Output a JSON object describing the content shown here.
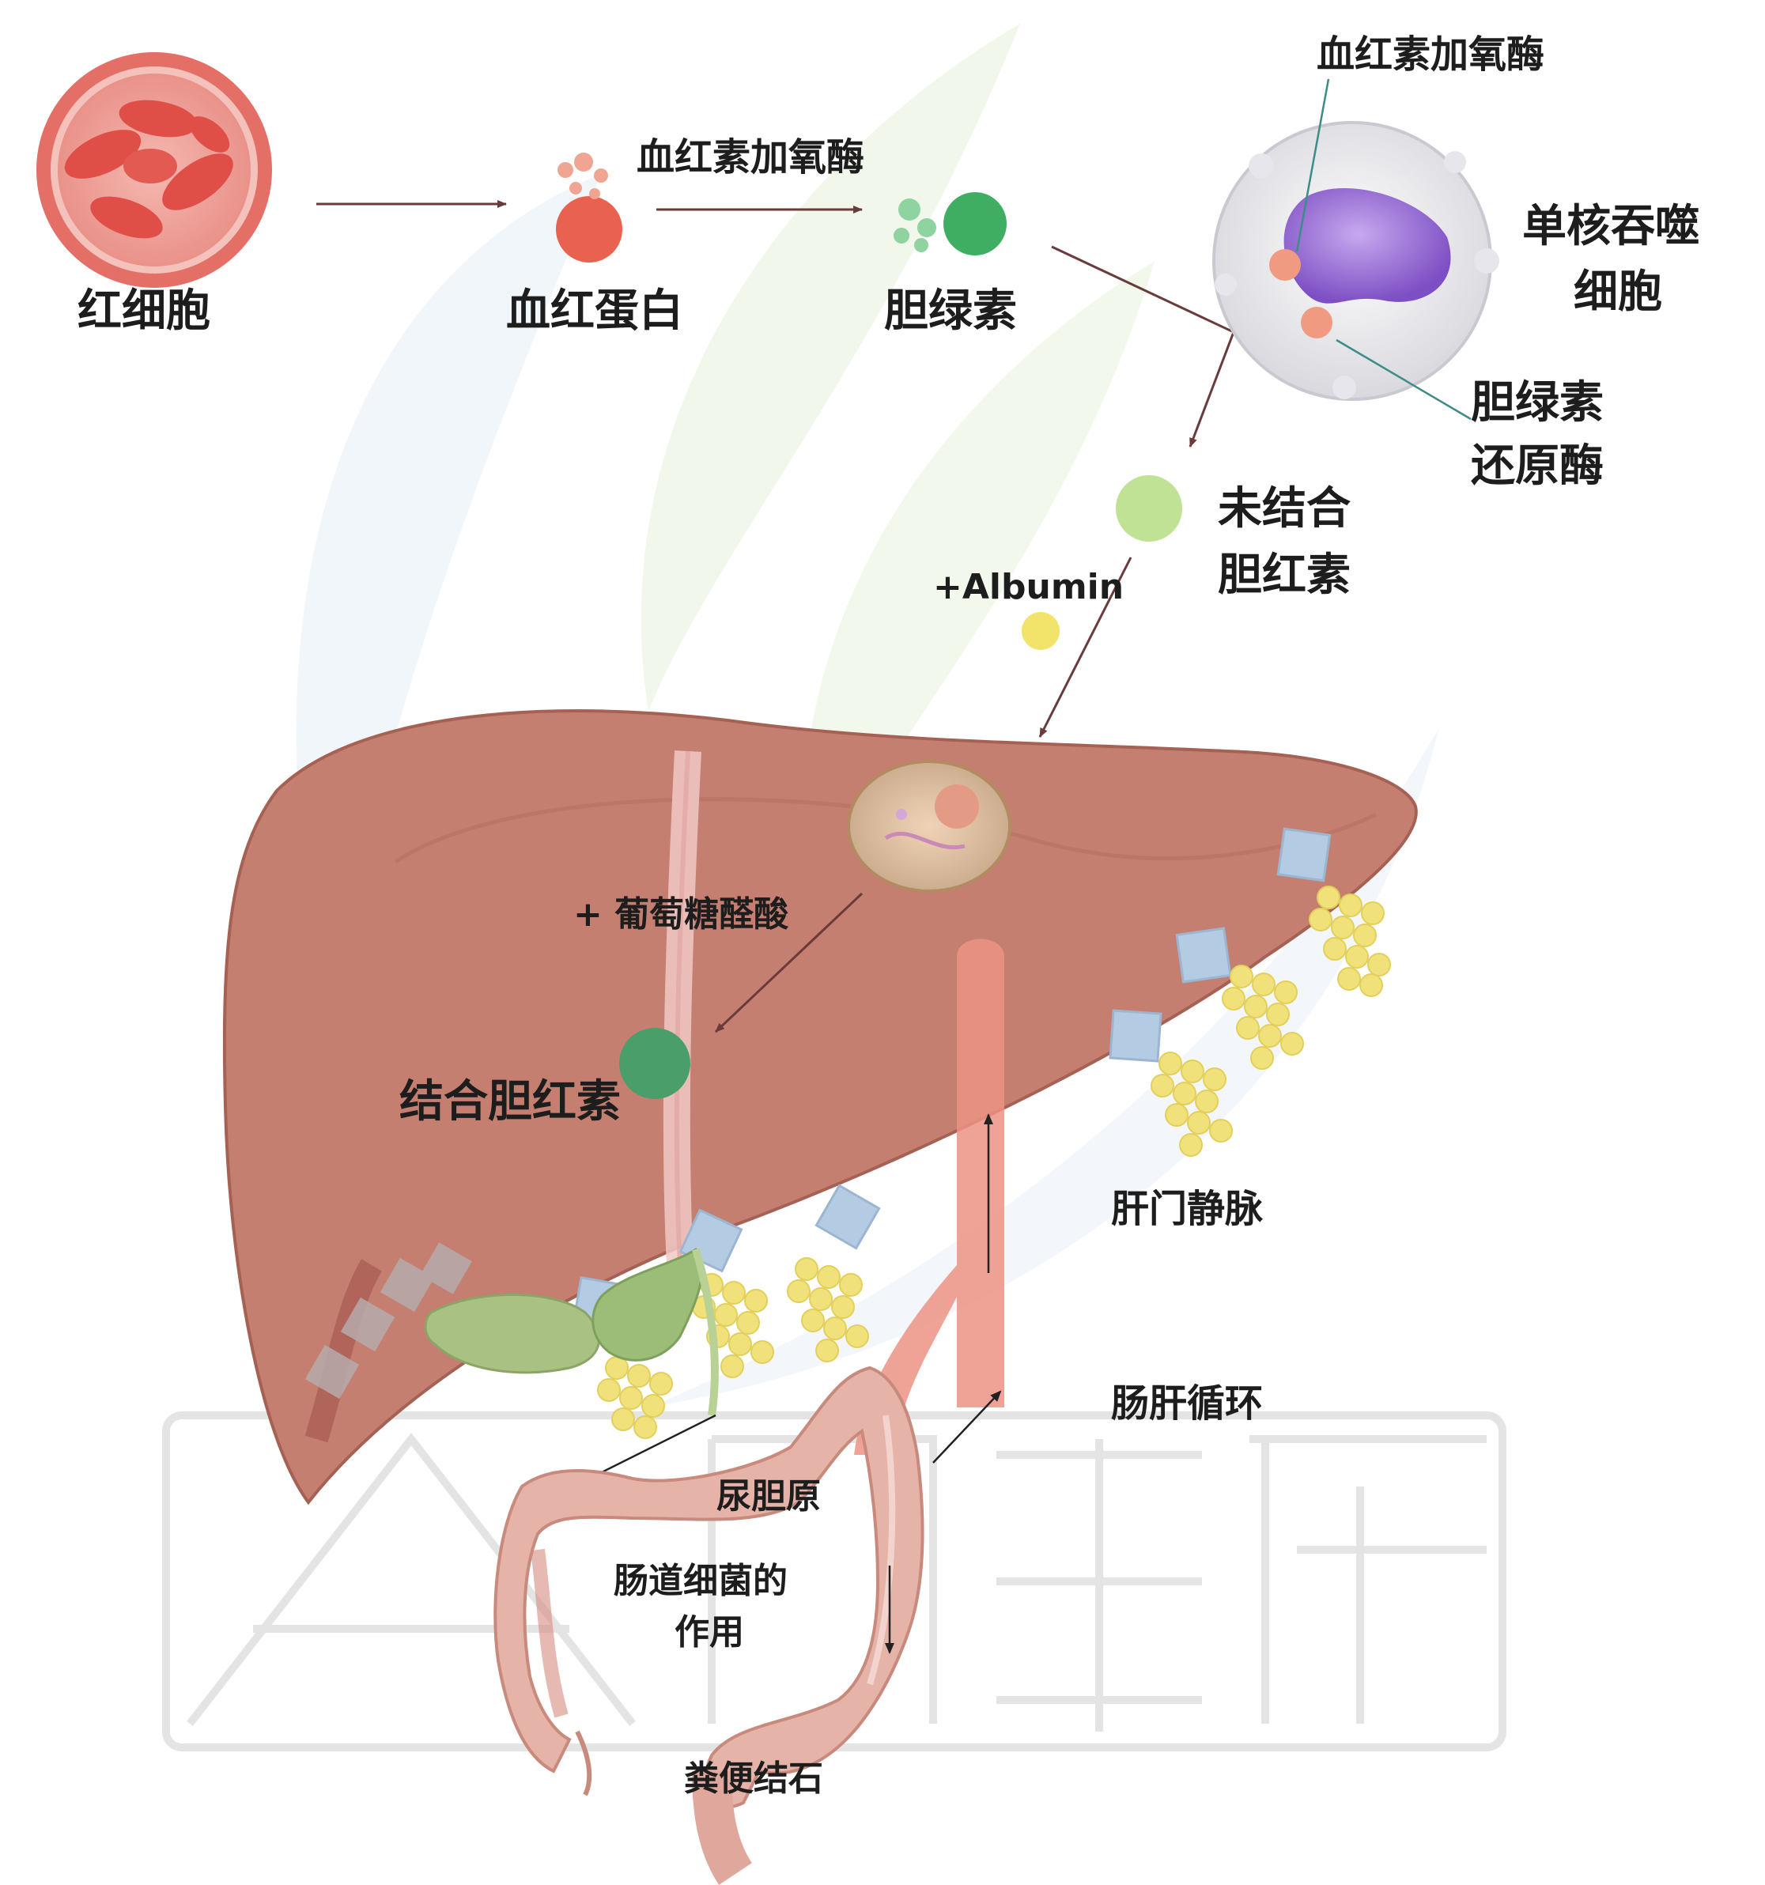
{
  "labels": {
    "rbc": "红细胞",
    "hemoglobin": "血红蛋白",
    "heme_oxygenase_1": "血红素加氧酶",
    "biliverdin": "胆绿素",
    "heme_oxygenase_2": "血红素加氧酶",
    "macrophage_1": "单核吞噬",
    "macrophage_2": "细胞",
    "biliverdin_reductase_1": "胆绿素",
    "biliverdin_reductase_2": "还原酶",
    "unconjugated_1": "未结合",
    "unconjugated_2": "胆红素",
    "albumin": "+Albumin",
    "glucuronic": "+ 葡萄糖醛酸",
    "conjugated": "结合胆红素",
    "portal_vein": "肝门静脉",
    "enterohepatic": "肠肝循环",
    "urobilinogen": "尿胆原",
    "bacteria_1": "肠道细菌的",
    "bacteria_2": "作用",
    "fecal_stone": "粪便结石"
  },
  "colors": {
    "rbc": "#e8675f",
    "liver": "#c07a6c",
    "biliverdin": "#4fb86f",
    "unconjugated": "#b9e08f",
    "albumin": "#f2e46a",
    "conjugated": "#4a9e6a",
    "gallbladder": "#a9c284",
    "intestine": "#e6b3a8",
    "portal_vein": "#e88c7d",
    "crystal": "#b3cce4",
    "fat": "#f0e17a",
    "nucleus": "#9a72d8",
    "arrow": "#6a3b3b"
  }
}
